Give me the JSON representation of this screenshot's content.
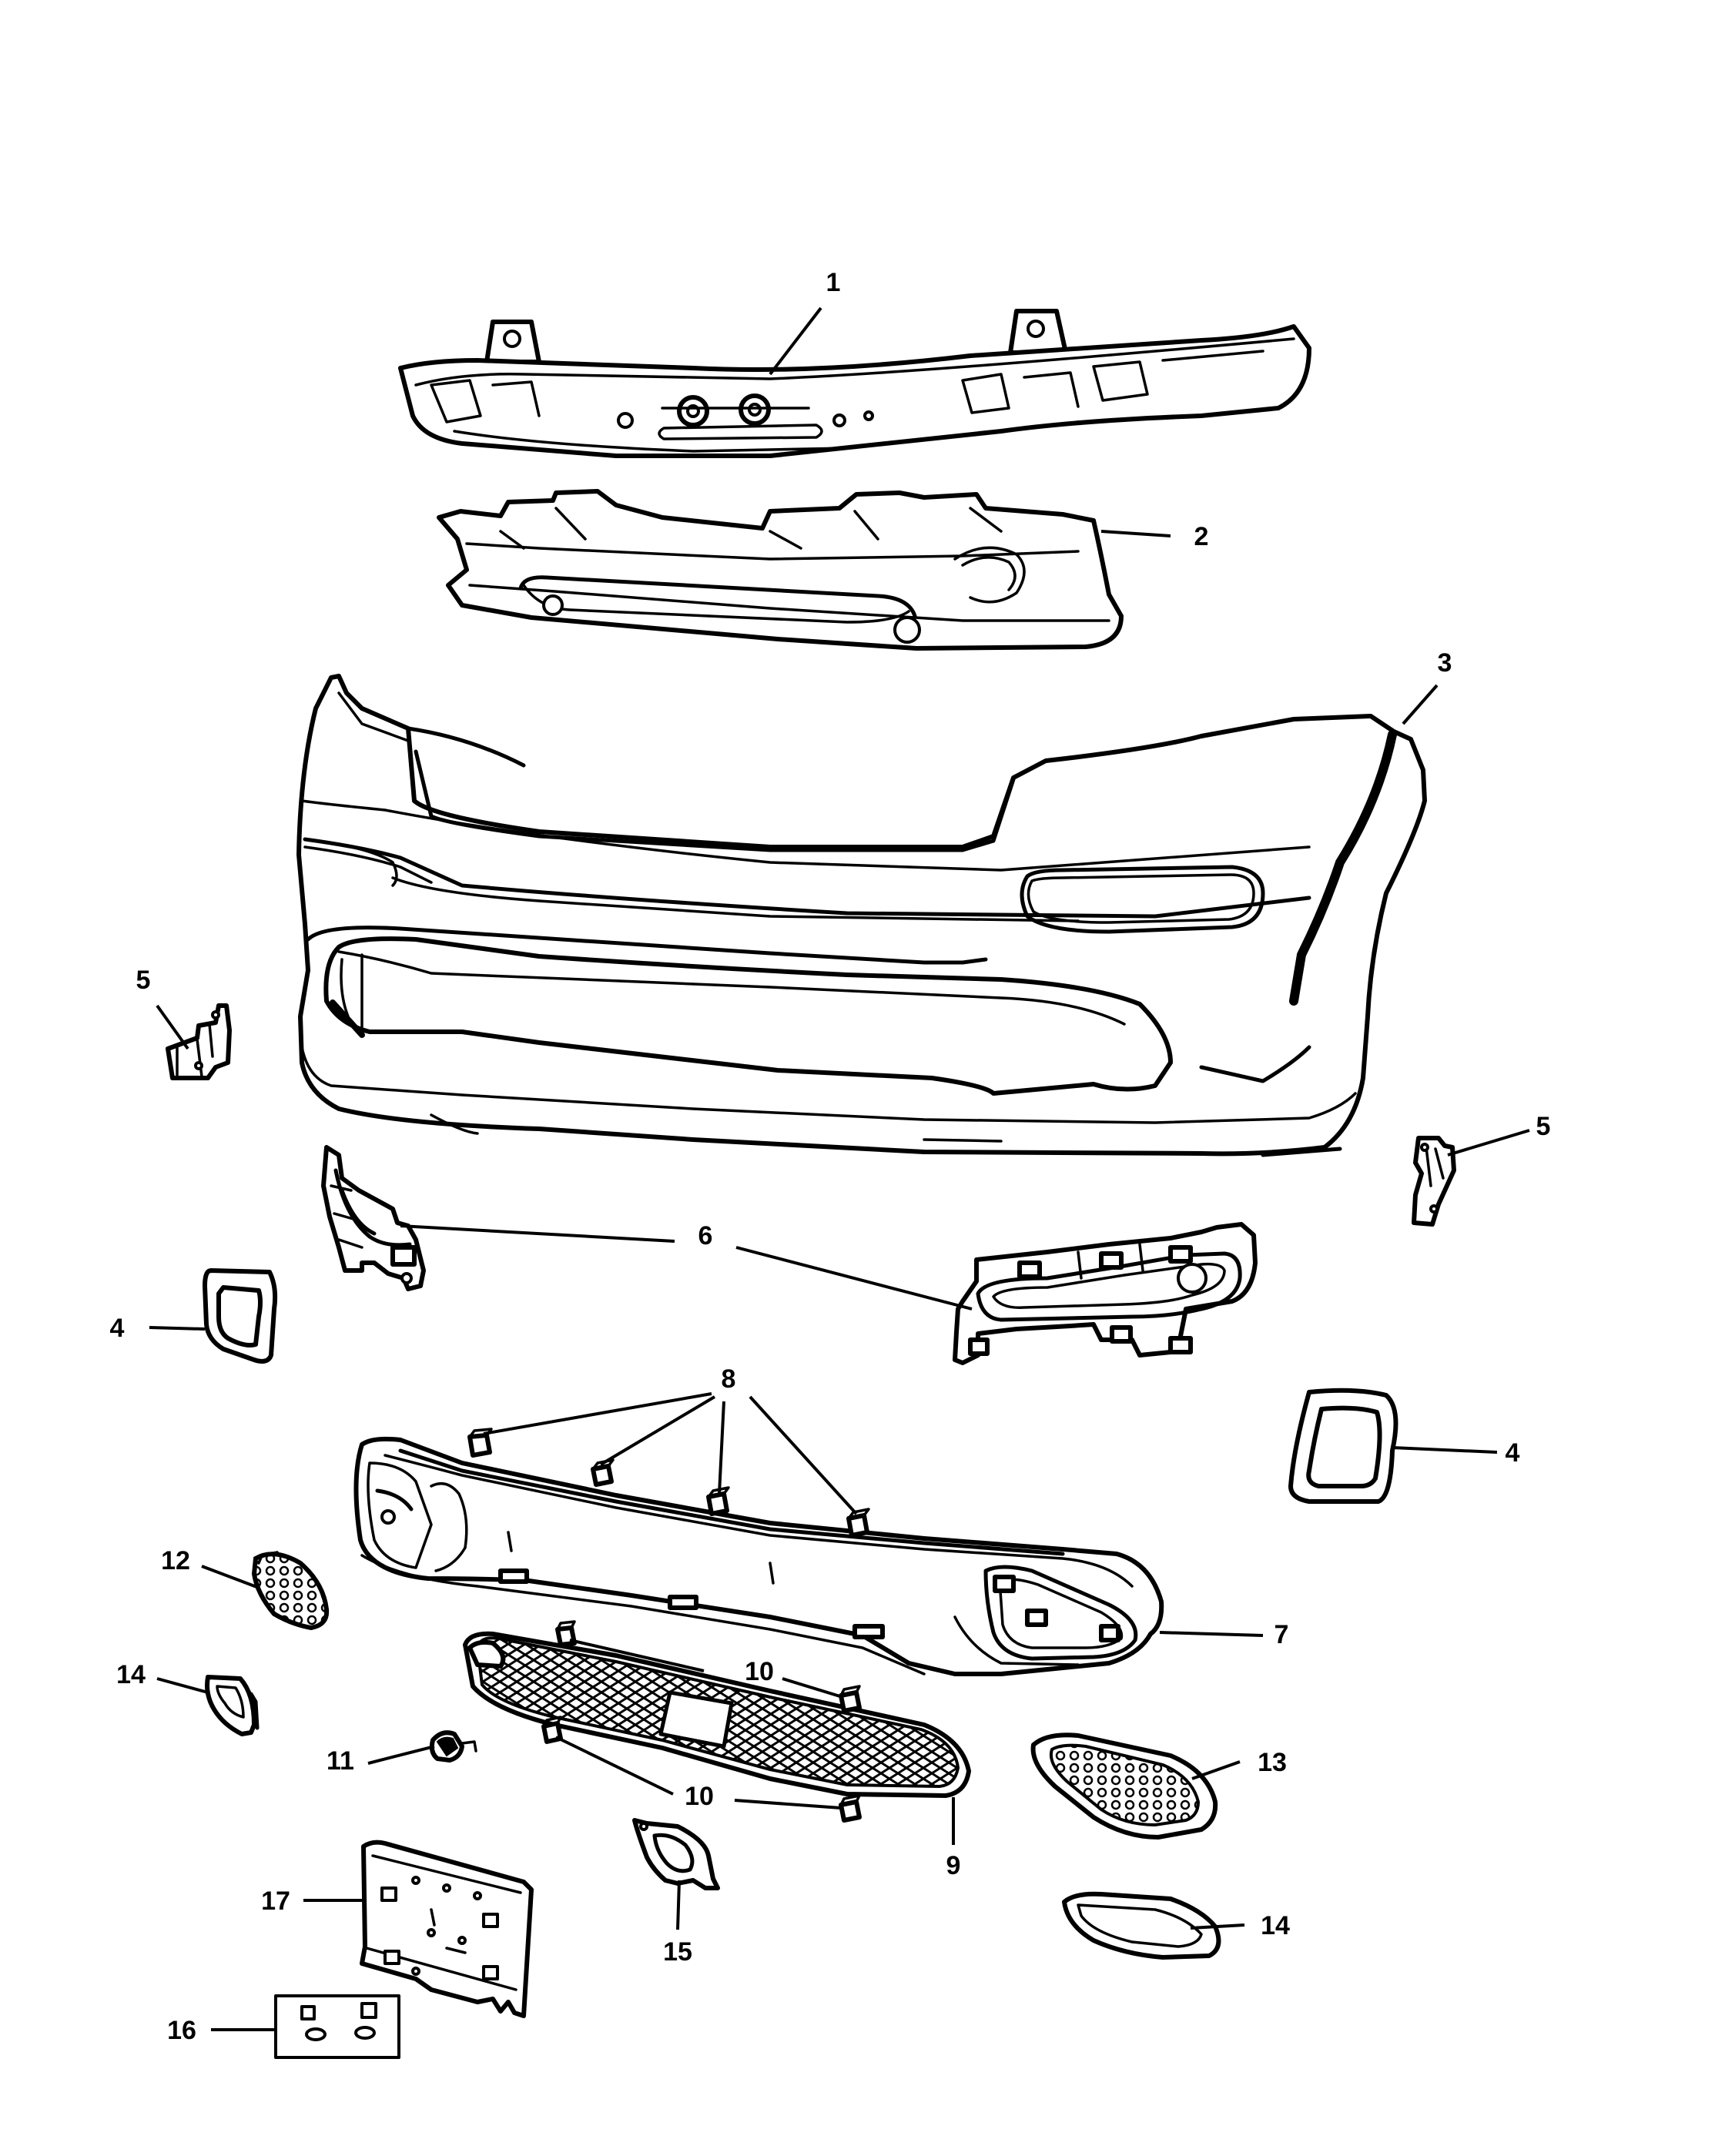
{
  "diagram": {
    "callouts": [
      {
        "id": "c1",
        "text": "1"
      },
      {
        "id": "c2",
        "text": "2"
      },
      {
        "id": "c3",
        "text": "3"
      },
      {
        "id": "c4a",
        "text": "4"
      },
      {
        "id": "c4b",
        "text": "4"
      },
      {
        "id": "c5a",
        "text": "5"
      },
      {
        "id": "c5b",
        "text": "5"
      },
      {
        "id": "c6",
        "text": "6"
      },
      {
        "id": "c7",
        "text": "7"
      },
      {
        "id": "c8",
        "text": "8"
      },
      {
        "id": "c9",
        "text": "9"
      },
      {
        "id": "c10a",
        "text": "10"
      },
      {
        "id": "c10b",
        "text": "10"
      },
      {
        "id": "c11",
        "text": "11"
      },
      {
        "id": "c12",
        "text": "12"
      },
      {
        "id": "c13",
        "text": "13"
      },
      {
        "id": "c14a",
        "text": "14"
      },
      {
        "id": "c14b",
        "text": "14"
      },
      {
        "id": "c15",
        "text": "15"
      },
      {
        "id": "c16",
        "text": "16"
      },
      {
        "id": "c17",
        "text": "17"
      }
    ],
    "colors": {
      "ink": "#000000",
      "paper": "#ffffff"
    }
  }
}
